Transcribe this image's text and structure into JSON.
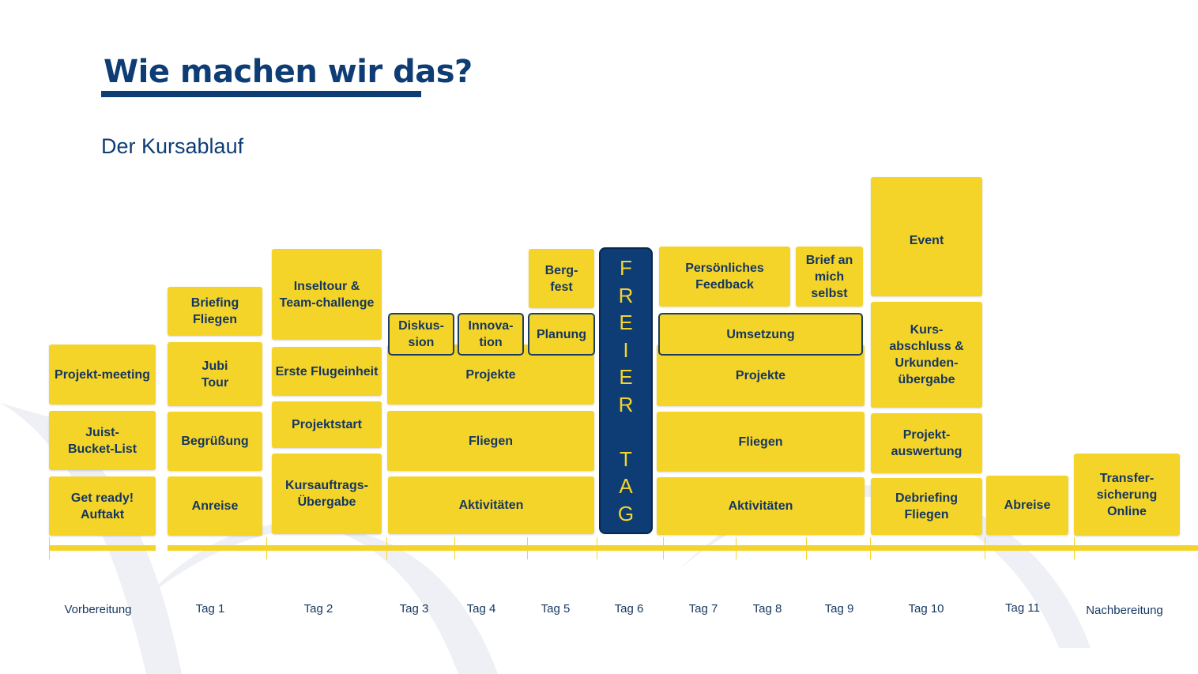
{
  "slide": {
    "title": "Wie machen wir das?",
    "subtitle": "Der Kursablauf"
  },
  "blocks": {
    "projekt_meeting": "Projekt-meeting",
    "juist_bucket_list": "Juist-\nBucket-List",
    "get_ready": "Get ready!\nAuftakt",
    "briefing_fliegen": "Briefing\nFliegen",
    "jubi_tour": "Jubi\nTour",
    "begruessung": "Begrüßung",
    "anreise": "Anreise",
    "inseltour": "Inseltour &\nTeam-challenge",
    "erste_flugeinheit": "Erste Flugeinheit",
    "projektstart": "Projektstart",
    "kursauftrag": "Kursauftrags-\nÜbergabe",
    "diskussion": "Diskus-\nsion",
    "innovation": "Innova-\ntion",
    "planung": "Planung",
    "bergfest": "Berg-\nfest",
    "projekte_1": "Projekte",
    "fliegen_1": "Fliegen",
    "aktivitaeten_1": "Aktivitäten",
    "freier_tag": "F\nR\nE\nI\nE\nR\n\nT\nA\nG",
    "persoenliches_feedback": "Persönliches\nFeedback",
    "brief": "Brief an\nmich\nselbst",
    "umsetzung": "Umsetzung",
    "projekte_2": "Projekte",
    "fliegen_2": "Fliegen",
    "aktivitaeten_2": "Aktivitäten",
    "event": "Event",
    "kursabschluss": "Kurs-\nabschluss &\nUrkunden-\nübergabe",
    "projektauswertung": "Projekt-\nauswertung",
    "debriefing": "Debriefing\nFliegen",
    "abreise": "Abreise",
    "transfer": "Transfer-\nsicherung\nOnline"
  },
  "days": {
    "vorbereitung": "Vorbereitung",
    "tag1": "Tag 1",
    "tag2": "Tag 2",
    "tag3": "Tag 3",
    "tag4": "Tag 4",
    "tag5": "Tag 5",
    "tag6": "Tag 6",
    "tag7": "Tag 7",
    "tag8": "Tag 8",
    "tag9": "Tag 9",
    "tag10": "Tag 10",
    "tag11": "Tag 11",
    "nachbereitung": "Nachbereitung"
  },
  "colors": {
    "yellow": "#f5d42a",
    "navy": "#0e3d75",
    "text": "#14365f"
  }
}
